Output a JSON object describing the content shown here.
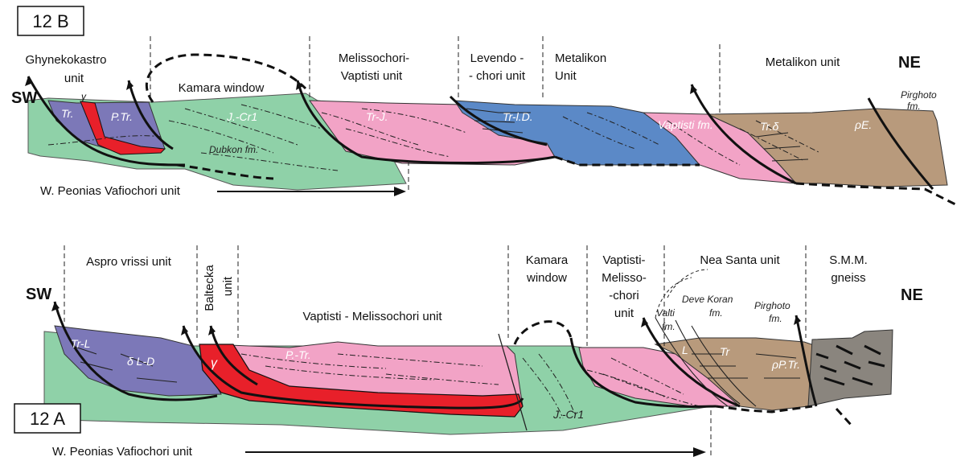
{
  "panel_b": {
    "id": "12 B",
    "dir_left": "SW",
    "dir_right": "NE",
    "units": {
      "ghyne_1": "Ghynekokastro",
      "ghyne_2": "unit",
      "kamara": "Kamara window",
      "meliss_1": "Melissochori-",
      "meliss_2": "Vaptisti unit",
      "levendo_1": "Levendo -",
      "levendo_2": "- chori unit",
      "metalikon_1": "Metalikon",
      "metalikon_2": "Unit",
      "metalikon_right": "Metalikon unit"
    },
    "lith": {
      "tr": "Tr.",
      "gamma": "γ",
      "ptr": "P.Tr.",
      "jcr1": "J.-Cr1",
      "dubkon": "Dubkon fm.",
      "trj": "Tr-J.",
      "trld": "Tr-l.D.",
      "vaptisti_fm": "Vaptisti fm.",
      "tr_delta": "Tr.δ",
      "rho_e": "ρE.",
      "pirghoto_1": "Pirghoto",
      "pirghoto_2": "fm."
    },
    "arrow_label": "W. Peonias Vafiochori unit"
  },
  "panel_a": {
    "id": "12 A",
    "dir_left": "SW",
    "dir_right": "NE",
    "units": {
      "aspro": "Aspro vrissi unit",
      "baltecka_1": "Baltecka",
      "baltecka_2": "unit",
      "vaptisti_meliss": "Vaptisti - Melissochori unit",
      "kamara_1": "Kamara",
      "kamara_2": "window",
      "vm_1": "Vaptisti-",
      "vm_2": "Melisso-",
      "vm_3": "-chori",
      "vm_4": "unit",
      "nea_santa": "Nea Santa unit",
      "smm_1": "S.M.M.",
      "smm_2": "gneiss"
    },
    "lith": {
      "trl": "Tr-L",
      "dld": "δ L-D",
      "gamma": "γ",
      "ptr": "P.-Tr.",
      "jcr1": "J.-Cr1",
      "valti_1": "Valti",
      "valti_2": "fm.",
      "deve_1": "Deve Koran",
      "deve_2": "fm.",
      "pirghoto_1": "Pirghoto",
      "pirghoto_2": "fm.",
      "l": "L",
      "tr": "Tr",
      "rho_ptr": "ρP.Tr."
    },
    "arrow_label": "W. Peonias Vafiochori unit"
  },
  "colors": {
    "green": "#8fd1a8",
    "purple": "#7c78b8",
    "red": "#e8202a",
    "pink": "#f2a3c6",
    "blue": "#5b89c7",
    "brown": "#b89a7c",
    "grey": "#8a857e"
  }
}
